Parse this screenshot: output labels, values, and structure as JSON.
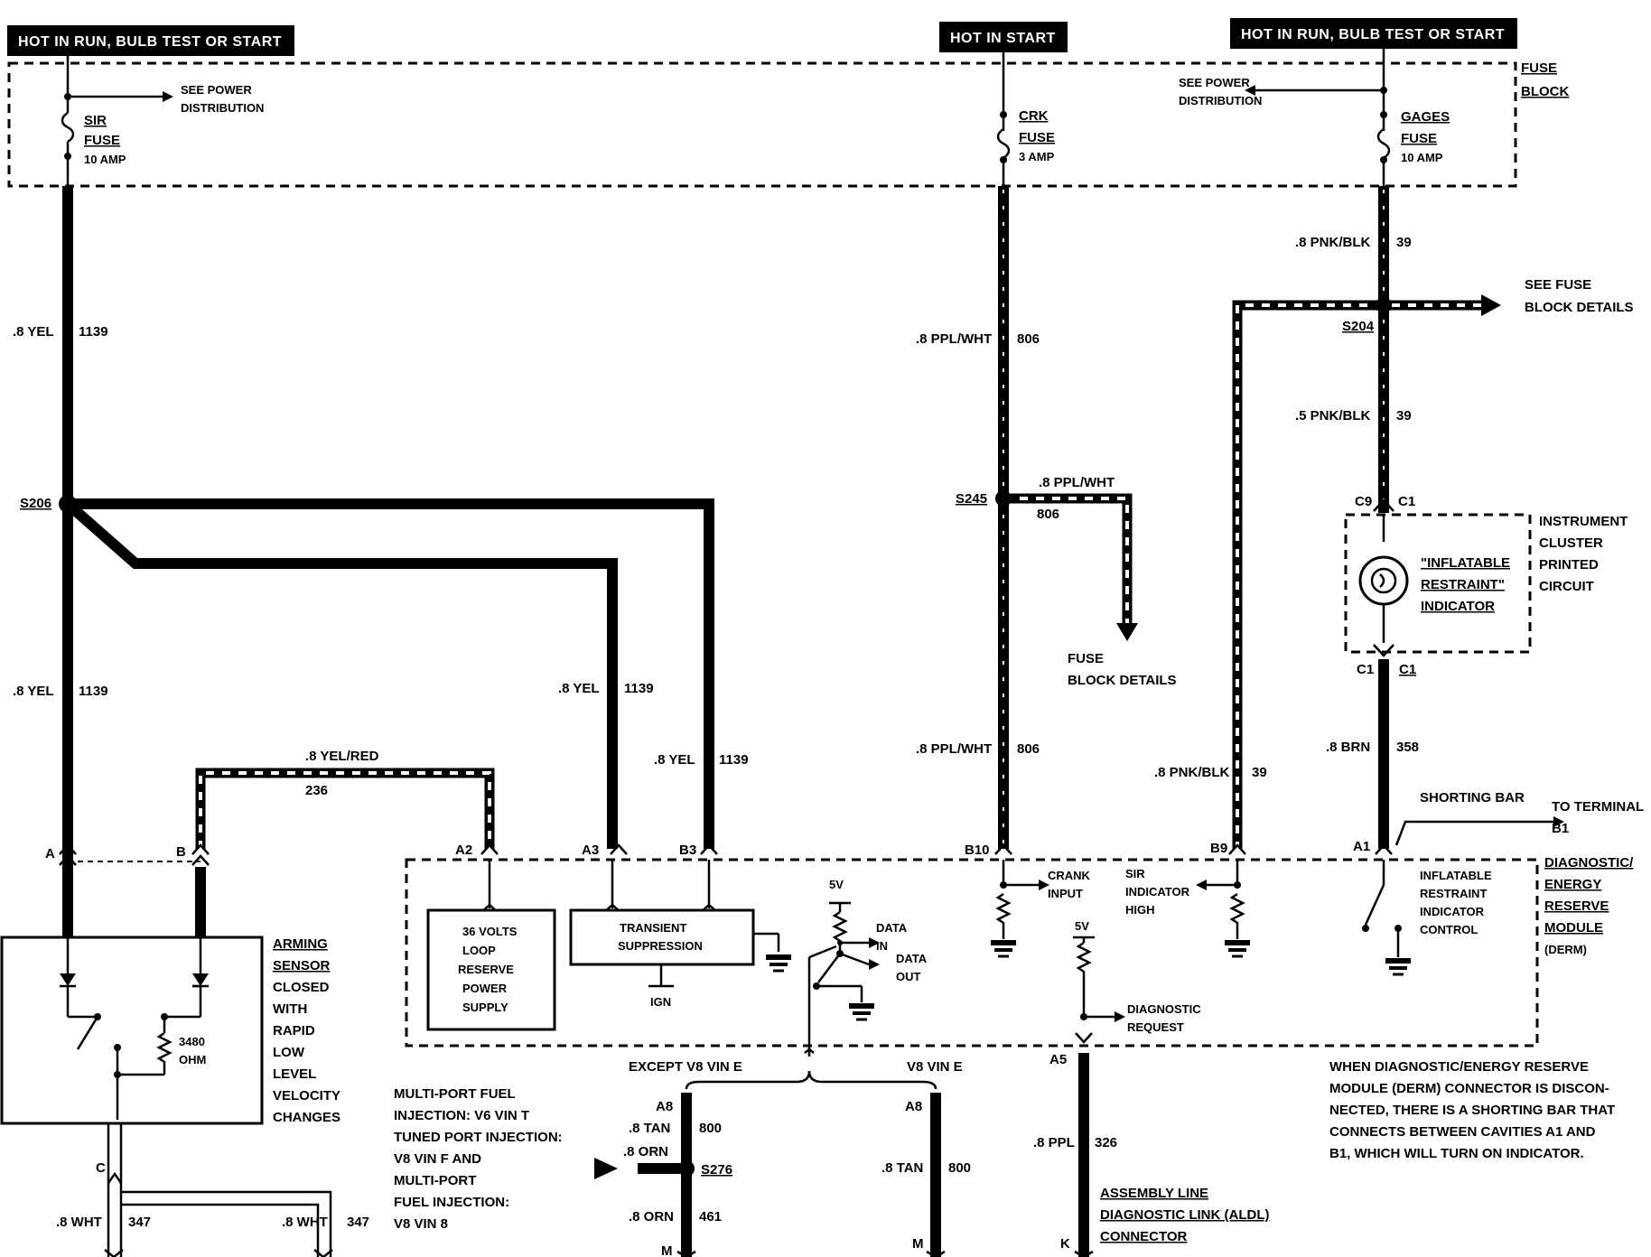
{
  "headers": {
    "left": "HOT IN RUN, BULB TEST OR START",
    "middle": "HOT IN START",
    "right": "HOT IN RUN, BULB TEST OR START"
  },
  "fuse_block": {
    "label_line1": "FUSE",
    "label_line2": "BLOCK"
  },
  "see_power_distribution": {
    "line1": "SEE POWER",
    "line2": "DISTRIBUTION"
  },
  "fuses": {
    "sir": {
      "name1": "SIR",
      "name2": "FUSE",
      "rating": "10 AMP"
    },
    "crk": {
      "name1": "CRK",
      "name2": "FUSE",
      "rating": "3 AMP"
    },
    "gages": {
      "name1": "GAGES",
      "name2": "FUSE",
      "rating": "10 AMP"
    }
  },
  "splices": {
    "s206": "S206",
    "s245": "S245",
    "s204": "S204",
    "s276": "S276"
  },
  "wires": {
    "yel_top": {
      "gauge": ".8 YEL",
      "circuit": "1139"
    },
    "yel_mid": {
      "gauge": ".8 YEL",
      "circuit": "1139"
    },
    "yel_a3": {
      "gauge": ".8 YEL",
      "circuit": "1139"
    },
    "yel_b3": {
      "gauge": ".8 YEL",
      "circuit": "1139"
    },
    "yel_red": {
      "gauge": ".8 YEL/RED",
      "circuit": "236"
    },
    "ppl_top": {
      "gauge": ".8 PPL/WHT",
      "circuit": "806"
    },
    "ppl_branch": {
      "gauge": ".8 PPL/WHT",
      "circuit": "806"
    },
    "ppl_bottom": {
      "gauge": ".8 PPL/WHT",
      "circuit": "806"
    },
    "pnk_top": {
      "gauge": ".8 PNK/BLK",
      "circuit": "39"
    },
    "pnk_mid": {
      "gauge": ".5 PNK/BLK",
      "circuit": "39"
    },
    "pnk_b9": {
      "gauge": ".8 PNK/BLK",
      "circuit": "39"
    },
    "brn": {
      "gauge": ".8 BRN",
      "circuit": "358"
    },
    "wht_left": {
      "gauge": ".8 WHT",
      "circuit": "347"
    },
    "wht_right": {
      "gauge": ".8 WHT",
      "circuit": "347"
    },
    "tan_left": {
      "gauge": ".8 TAN",
      "circuit": "800"
    },
    "orn_in": {
      "gauge": ".8 ORN"
    },
    "orn_bottom": {
      "gauge": ".8 ORN",
      "circuit": "461"
    },
    "tan_right": {
      "gauge": ".8 TAN",
      "circuit": "800"
    },
    "ppl_aldl": {
      "gauge": ".8 PPL",
      "circuit": "326"
    }
  },
  "see_fuse_block_details": {
    "line1": "SEE FUSE",
    "line2": "BLOCK DETAILS"
  },
  "fuse_block_details": {
    "line1": "FUSE",
    "line2": "BLOCK DETAILS"
  },
  "instrument_cluster": {
    "label": [
      "INSTRUMENT",
      "CLUSTER",
      "PRINTED",
      "CIRCUIT"
    ],
    "indicator": [
      "\"INFLATABLE",
      "RESTRAINT\"",
      "INDICATOR"
    ],
    "conn_c9": "C9",
    "conn_c1_top": "C1",
    "conn_c1_bl": "C1",
    "conn_c1_br": "C1"
  },
  "shorting_bar": {
    "label": "SHORTING BAR",
    "to1": "TO TERMINAL",
    "to2": "B1"
  },
  "pins": {
    "A": "A",
    "B": "B",
    "A2": "A2",
    "A3": "A3",
    "B3": "B3",
    "B10": "B10",
    "B9": "B9",
    "A1": "A1",
    "A5": "A5",
    "C": "C",
    "A8_left": "A8",
    "A8_right": "A8",
    "M_left": "M",
    "M_right": "M",
    "K": "K"
  },
  "derm": {
    "label": [
      "DIAGNOSTIC/",
      "ENERGY",
      "RESERVE",
      "MODULE",
      "(DERM)"
    ],
    "supply": [
      "36 VOLTS",
      "LOOP",
      "RESERVE",
      "POWER",
      "SUPPLY"
    ],
    "transient": [
      "TRANSIENT",
      "SUPPRESSION"
    ],
    "ign": "IGN",
    "v5_top": "5V",
    "v5_diag": "5V",
    "data_in": [
      "DATA",
      "IN"
    ],
    "data_out": [
      "DATA",
      "OUT"
    ],
    "crank": [
      "CRANK",
      "INPUT"
    ],
    "sir_high": [
      "SIR",
      "INDICATOR",
      "HIGH"
    ],
    "infl_control": [
      "INFLATABLE",
      "RESTRAINT",
      "INDICATOR",
      "CONTROL"
    ],
    "diag_request": [
      "DIAGNOSTIC",
      "REQUEST"
    ]
  },
  "arming_sensor": {
    "label": [
      "ARMING",
      "SENSOR",
      "CLOSED",
      "WITH",
      "RAPID",
      "LOW",
      "LEVEL",
      "VELOCITY",
      "CHANGES"
    ],
    "resistor": [
      "3480",
      "OHM"
    ]
  },
  "variants": {
    "except": "EXCEPT V8 VIN E",
    "v8": "V8 VIN E"
  },
  "multi_port_note": [
    "MULTI-PORT FUEL",
    "INJECTION: V6 VIN T",
    "TUNED PORT INJECTION:",
    "V8 VIN F AND",
    "MULTI-PORT",
    "FUEL INJECTION:",
    "V8 VIN 8"
  ],
  "aldl": [
    "ASSEMBLY LINE",
    "DIAGNOSTIC LINK (ALDL)",
    "CONNECTOR"
  ],
  "derm_note": [
    "WHEN DIAGNOSTIC/ENERGY RESERVE",
    "MODULE (DERM) CONNECTOR IS DISCON-",
    "NECTED, THERE IS A SHORTING BAR THAT",
    "CONNECTS BETWEEN CAVITIES A1 AND",
    "B1, WHICH WILL TURN ON INDICATOR."
  ]
}
